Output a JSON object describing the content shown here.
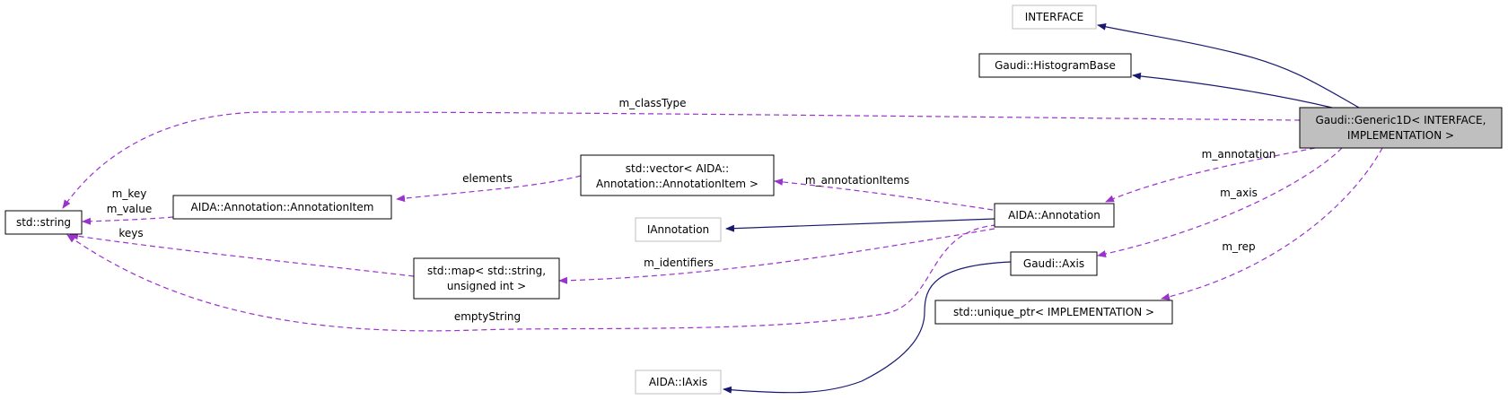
{
  "nodes": {
    "interface": "INTERFACE",
    "histogram_base": "Gaudi::HistogramBase",
    "generic1d_line1": "Gaudi::Generic1D< INTERFACE,",
    "generic1d_line2": "IMPLEMENTATION >",
    "std_string": "std::string",
    "annotation_item": "AIDA::Annotation::AnnotationItem",
    "vector_line1": "std::vector< AIDA::",
    "vector_line2": "Annotation::AnnotationItem >",
    "iannotation": "IAnnotation",
    "aida_annotation": "AIDA::Annotation",
    "map_line1": "std::map< std::string,",
    "map_line2": "unsigned int >",
    "gaudi_axis": "Gaudi::Axis",
    "unique_ptr": "std::unique_ptr< IMPLEMENTATION >",
    "aida_iaxis": "AIDA::IAxis"
  },
  "edge_labels": {
    "m_classType": "m_classType",
    "m_annotation": "m_annotation",
    "m_axis": "m_axis",
    "m_rep": "m_rep",
    "elements": "elements",
    "m_annotationItems": "m_annotationItems",
    "m_key": "m_key",
    "m_value": "m_value",
    "keys": "keys",
    "m_identifiers": "m_identifiers",
    "emptyString": "emptyString"
  },
  "colors": {
    "inheritance": "#191970",
    "usage": "#9a32cd",
    "highlight_fill": "#bfbfbf",
    "gray_border": "#bfbfbf"
  }
}
